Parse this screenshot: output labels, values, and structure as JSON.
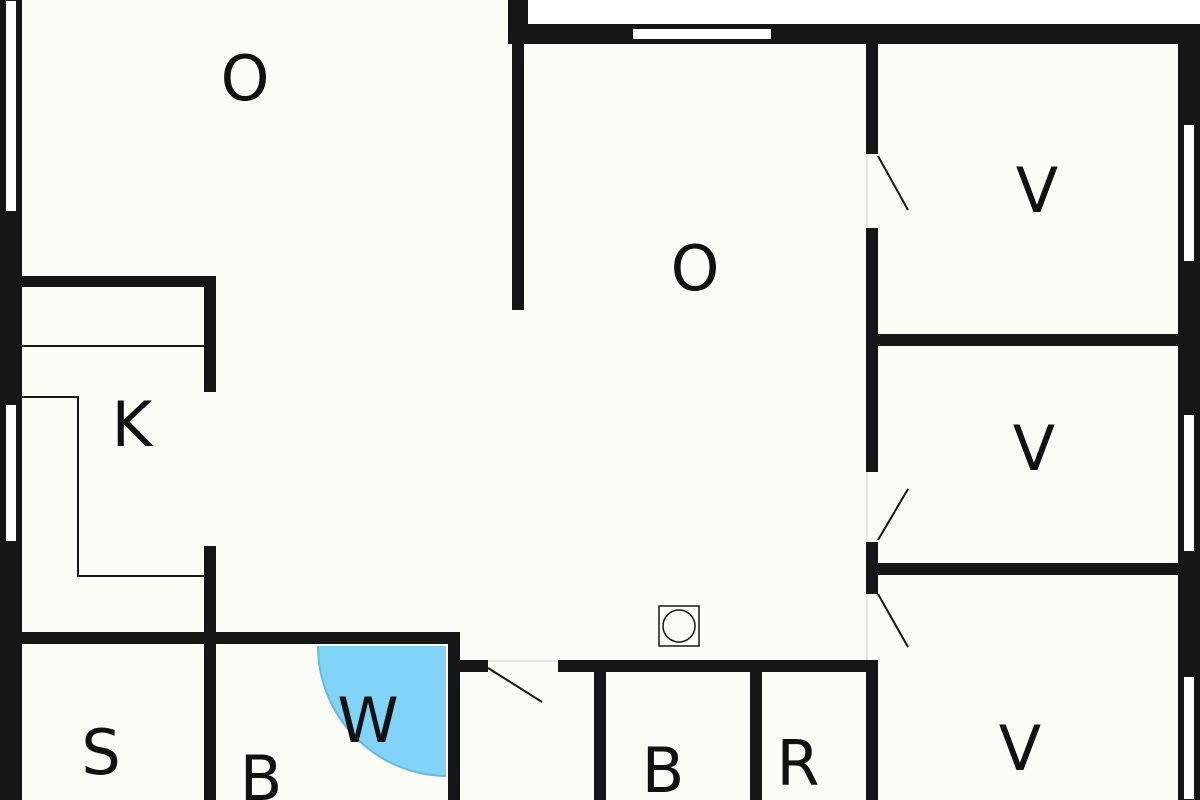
{
  "floor_plan": {
    "colors": {
      "floor": "#fdfdf7",
      "wall": "#161616",
      "outside": "#ffffff",
      "window": "#ffffff",
      "thin_line": "#161616",
      "shower_swing": "#82d3f8"
    },
    "rooms": [
      {
        "id": "living-top-left",
        "label": "O"
      },
      {
        "id": "living-center",
        "label": "O"
      },
      {
        "id": "bedroom-1",
        "label": "V"
      },
      {
        "id": "bedroom-2",
        "label": "V"
      },
      {
        "id": "bedroom-3",
        "label": "V"
      },
      {
        "id": "kitchen",
        "label": "K"
      },
      {
        "id": "sauna",
        "label": "S"
      },
      {
        "id": "bathroom-1",
        "label": "B"
      },
      {
        "id": "washroom",
        "label": "W"
      },
      {
        "id": "bathroom-2",
        "label": "B"
      },
      {
        "id": "storage",
        "label": "R"
      }
    ]
  }
}
